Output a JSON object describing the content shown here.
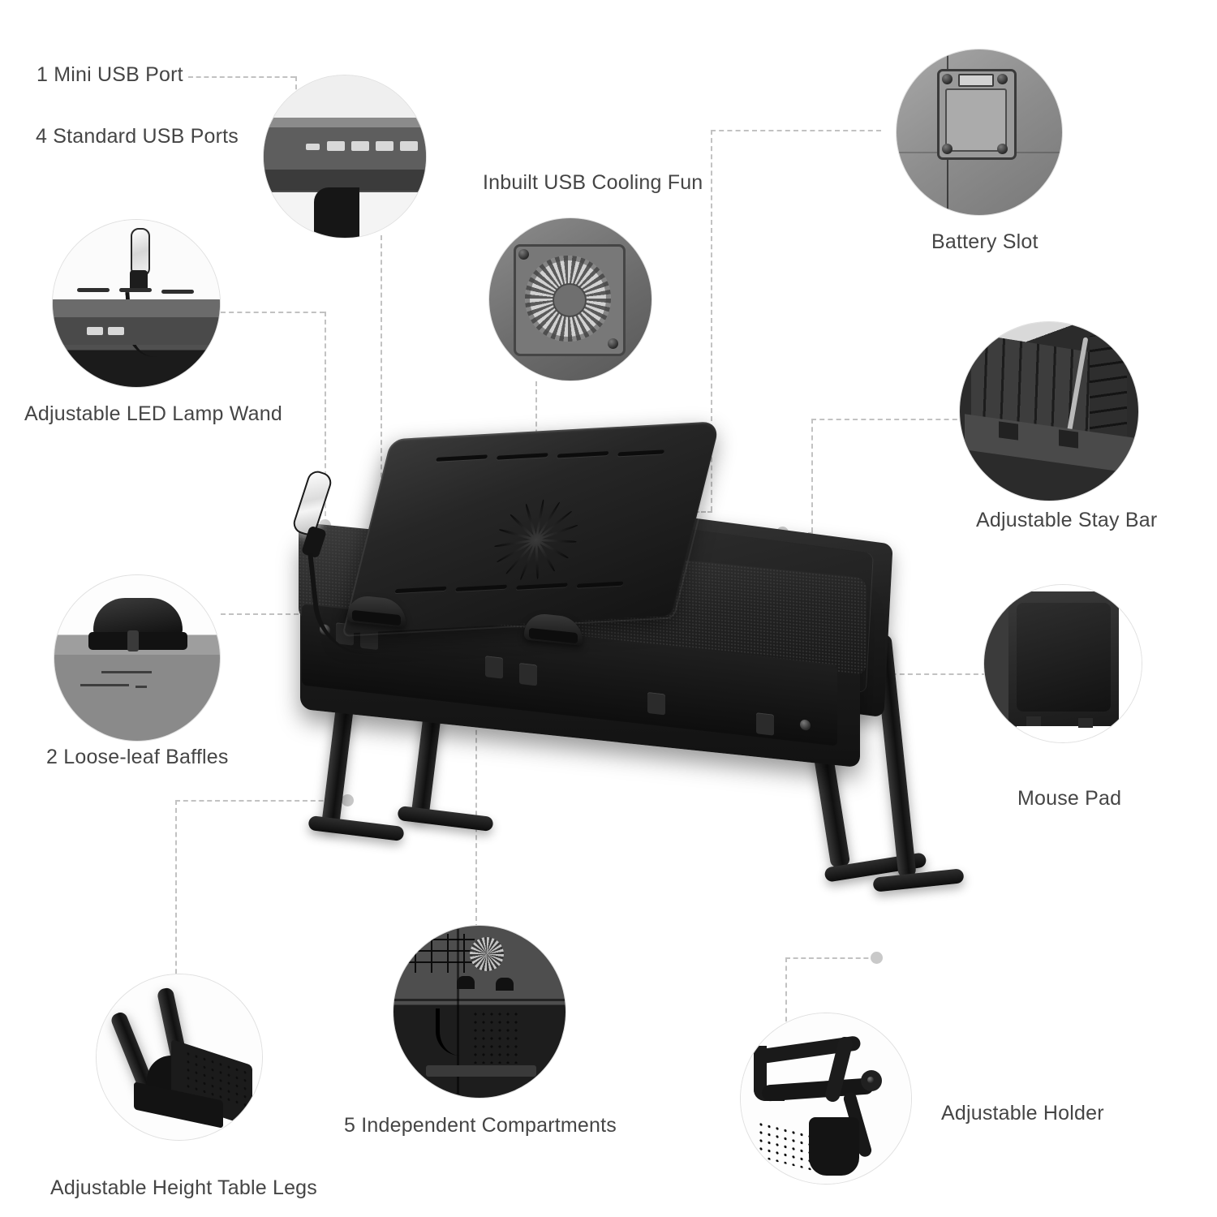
{
  "page": {
    "kind": "product-feature-infographic",
    "subject": "Foldable laptop bed desk with cooling fan",
    "background_color": "#ffffff",
    "text_color": "#454545",
    "connector_color": "#c2c2c2",
    "dot_color": "#c9c9c9"
  },
  "features": [
    {
      "id": "mini-usb-port",
      "label": "1 Mini USB Port"
    },
    {
      "id": "standard-usb-ports",
      "label": "4 Standard USB Ports"
    },
    {
      "id": "cooling-fan",
      "label": "Inbuilt USB Cooling Fun"
    },
    {
      "id": "battery-slot",
      "label": "Battery Slot"
    },
    {
      "id": "led-lamp-wand",
      "label": "Adjustable LED Lamp Wand"
    },
    {
      "id": "stay-bar",
      "label": "Adjustable Stay Bar"
    },
    {
      "id": "loose-leaf-baffles",
      "label": "2 Loose-leaf Baffles"
    },
    {
      "id": "mouse-pad",
      "label": "Mouse Pad"
    },
    {
      "id": "table-legs",
      "label": "Adjustable Height Table Legs"
    },
    {
      "id": "compartments",
      "label": "5 Independent Compartments"
    },
    {
      "id": "adjustable-holder",
      "label": "Adjustable Holder"
    }
  ],
  "callouts": [
    {
      "id": "usb-ports-closeup",
      "caption": "4 Standard USB Ports",
      "shows": "edge of desk with one mini-USB and four standard USB ports"
    },
    {
      "id": "cooling-fan-closeup",
      "caption": "Inbuilt USB Cooling Fun",
      "shows": "square framed cooling fan with spiral grille"
    },
    {
      "id": "battery-closeup",
      "caption": "Battery Slot",
      "shows": "screwed battery compartment cover on underside"
    },
    {
      "id": "lamp-closeup",
      "caption": "Adjustable LED Lamp Wand",
      "shows": "LED wand plugged into the USB hub on the desk edge"
    },
    {
      "id": "staybar-closeup",
      "caption": "Adjustable Stay Bar",
      "shows": "ribbed underside of tilting panel with metal stay bar"
    },
    {
      "id": "baffle-closeup",
      "caption": "2 Loose-leaf Baffles",
      "shows": "folding page-stopper baffle on the desk ledge"
    },
    {
      "id": "mousepad-closeup",
      "caption": "Mouse Pad",
      "shows": "flat black mouse pad section of the desk top"
    },
    {
      "id": "legs-closeup",
      "caption": "Adjustable Height Table Legs",
      "shows": "two folding legs hinged at the desk underside"
    },
    {
      "id": "compartments-closeup",
      "caption": "5 Independent Compartments",
      "shows": "underside cavity divided into storage compartments"
    },
    {
      "id": "holder-closeup",
      "caption": "Adjustable Holder",
      "shows": "hooked tablet / phone holder bar at the desk edge"
    }
  ]
}
